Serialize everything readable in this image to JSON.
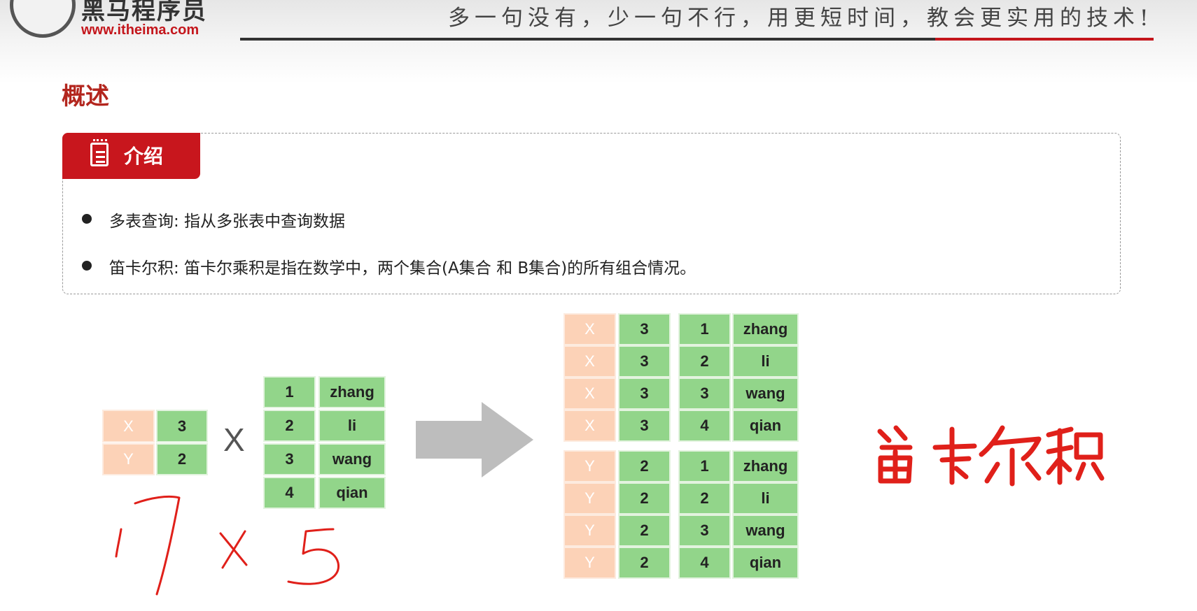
{
  "header": {
    "brand_name": "黑马程序员",
    "brand_url": "www.itheima.com",
    "slogan": "多一句没有，少一句不行，用更短时间，教会更实用的技术!"
  },
  "section_title": "概述",
  "intro": {
    "tab_label": "介绍",
    "bullets": [
      "多表查询: 指从多张表中查询数据",
      "笛卡尔积: 笛卡尔乘积是指在数学中，两个集合(A集合 和 B集合)的所有组合情况。"
    ]
  },
  "diagram": {
    "table_a": [
      [
        "X",
        "3"
      ],
      [
        "Y",
        "2"
      ]
    ],
    "operator": "X",
    "table_b": [
      [
        "1",
        "zhang"
      ],
      [
        "2",
        "li"
      ],
      [
        "3",
        "wang"
      ],
      [
        "4",
        "qian"
      ]
    ],
    "result": [
      [
        "X",
        "3",
        "1",
        "zhang"
      ],
      [
        "X",
        "3",
        "2",
        "li"
      ],
      [
        "X",
        "3",
        "3",
        "wang"
      ],
      [
        "X",
        "3",
        "4",
        "qian"
      ],
      [
        "Y",
        "2",
        "1",
        "zhang"
      ],
      [
        "Y",
        "2",
        "2",
        "li"
      ],
      [
        "Y",
        "2",
        "3",
        "wang"
      ],
      [
        "Y",
        "2",
        "4",
        "qian"
      ]
    ],
    "arrow_color": "#bdbdbd",
    "cell_green": "#92d58a",
    "cell_peach": "#fcd2b7"
  },
  "annotations": {
    "handwriting_color": "#e0201a"
  }
}
